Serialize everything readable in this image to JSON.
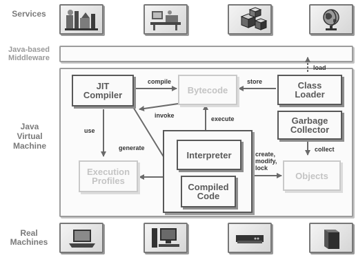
{
  "rows": {
    "services": "Services",
    "middleware": [
      "Java-based",
      "Middleware"
    ],
    "jvm": [
      "Java",
      "Virtual",
      "Machine"
    ],
    "real_machines": [
      "Real",
      "Machines"
    ]
  },
  "service_icons": [
    "factory-tools-icon",
    "office-scene-icon",
    "building-blocks-icon",
    "globe-icon"
  ],
  "machine_icons": [
    "laptop-icon",
    "desktop-computer-icon",
    "network-device-icon",
    "server-tower-icon"
  ],
  "components": {
    "jit_compiler": [
      "JIT",
      "Compiler"
    ],
    "bytecode": "Bytecode",
    "class_loader": [
      "Class",
      "Loader"
    ],
    "garbage_collector": [
      "Garbage",
      "Collector"
    ],
    "interpreter": "Interpreter",
    "compiled_code": [
      "Compiled",
      "Code"
    ],
    "execution_profiles": [
      "Execution",
      "Profiles"
    ],
    "objects": "Objects"
  },
  "edges": {
    "compile": "compile",
    "store": "store",
    "load": "load",
    "invoke": "invoke",
    "execute": "execute",
    "use": "use",
    "generate": "generate",
    "collect": "collect",
    "cml": [
      "create,",
      "modify,",
      "lock"
    ]
  },
  "colors": {
    "active": "#585858",
    "faded": "#c9c9c9",
    "arrow": "#6a6a6a",
    "label": "#7a7a7a"
  }
}
